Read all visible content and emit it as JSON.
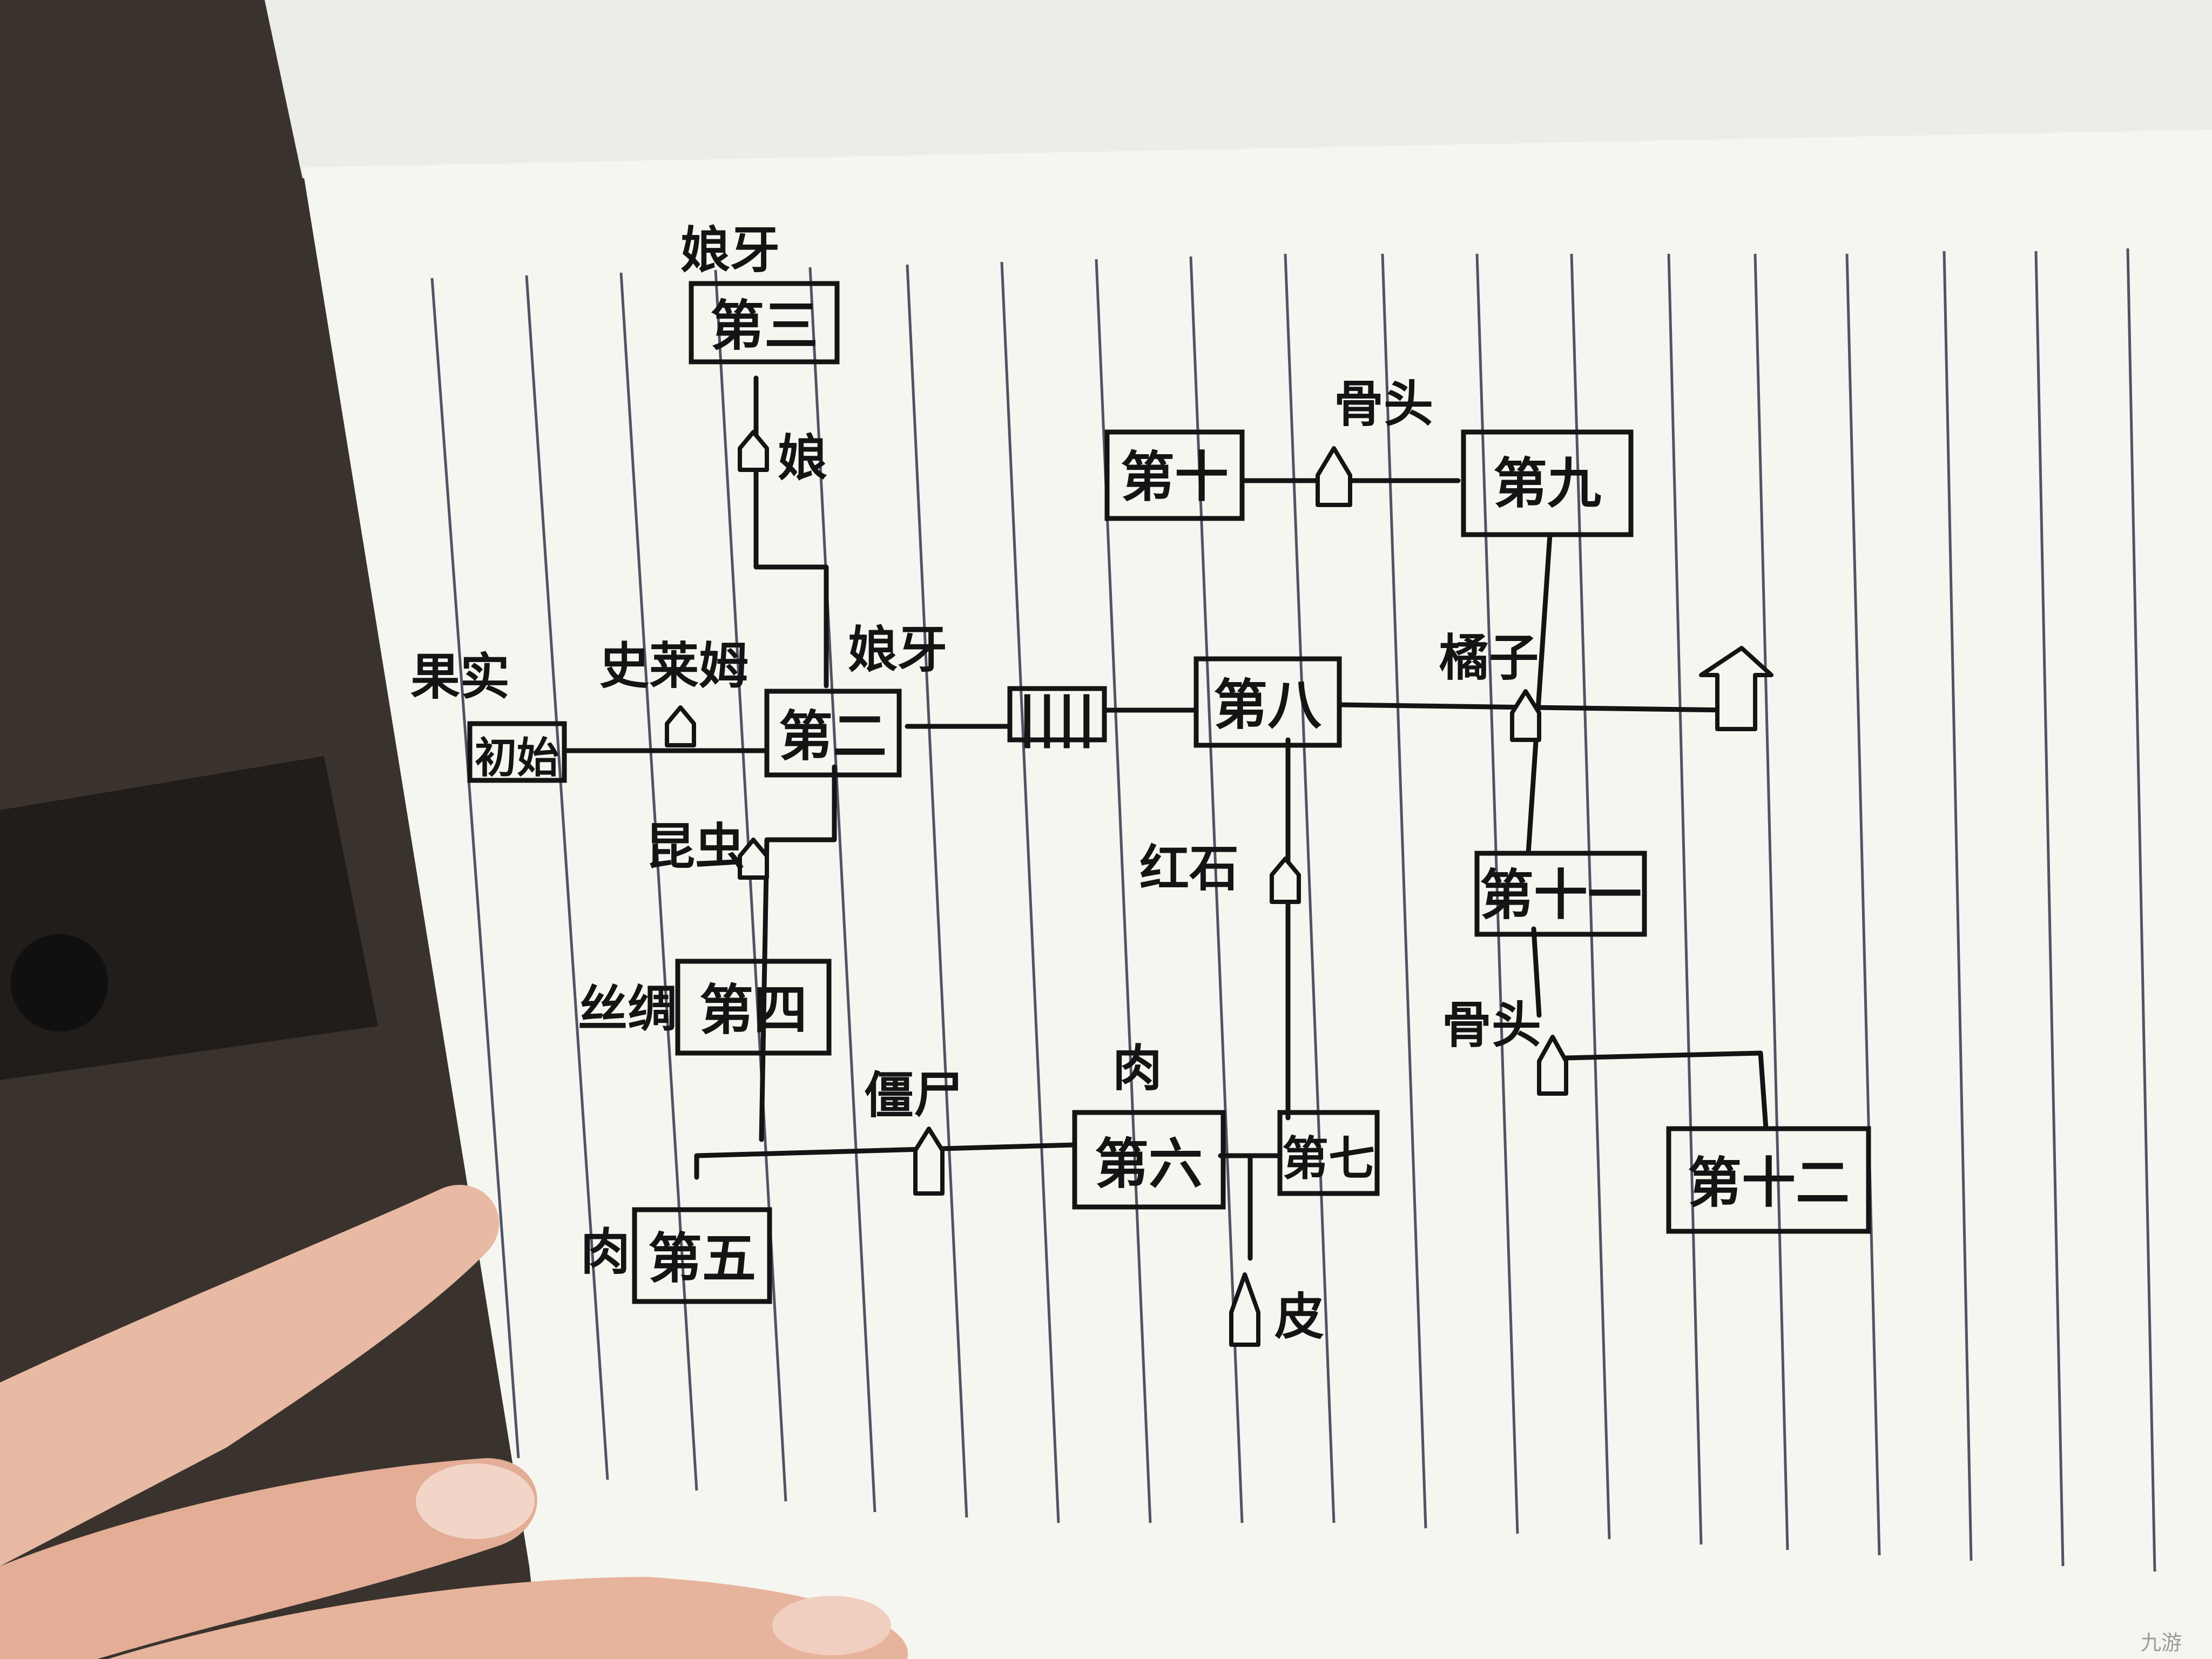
{
  "diagram": {
    "rooms": [
      {
        "id": "chu_shi",
        "label": "初始"
      },
      {
        "id": "d2",
        "label": "第二"
      },
      {
        "id": "d3",
        "label": "第三"
      },
      {
        "id": "d4",
        "label": "第四"
      },
      {
        "id": "d5",
        "label": "第五"
      },
      {
        "id": "d6",
        "label": "第六"
      },
      {
        "id": "d7",
        "label": "第七"
      },
      {
        "id": "d8",
        "label": "第八"
      },
      {
        "id": "d9",
        "label": "第九"
      },
      {
        "id": "d10",
        "label": "第十"
      },
      {
        "id": "d11",
        "label": "第十一"
      },
      {
        "id": "d12",
        "label": "第十二"
      }
    ],
    "labels": {
      "guo_shi": "果实",
      "shi_lai_mu": "史莱姆",
      "niang_ya_top": "娘牙",
      "niang": "娘",
      "niang_ya_mid": "娘牙",
      "kun_chong": "昆虫",
      "si_chou": "丝绸",
      "rou_left": "肉",
      "jiang_shi": "僵尸",
      "rou_mid": "肉",
      "pi": "皮",
      "hong_shi": "红石",
      "gu_tou_top": "骨头",
      "ju_zi": "橘子",
      "gu_tou_right": "骨头",
      "door_marks": "||||"
    },
    "connections": [
      [
        "初始",
        "第二"
      ],
      [
        "第二",
        "第三"
      ],
      [
        "第二",
        "第四"
      ],
      [
        "第四",
        "第五"
      ],
      [
        "第五",
        "第六"
      ],
      [
        "第六",
        "第七"
      ],
      [
        "第二",
        "第八"
      ],
      [
        "第八",
        "第七"
      ],
      [
        "第十",
        "第九"
      ],
      [
        "第九",
        "第十一"
      ],
      [
        "第八",
        "第十一"
      ],
      [
        "第十一",
        "第十二"
      ]
    ]
  },
  "watermark": "九游"
}
